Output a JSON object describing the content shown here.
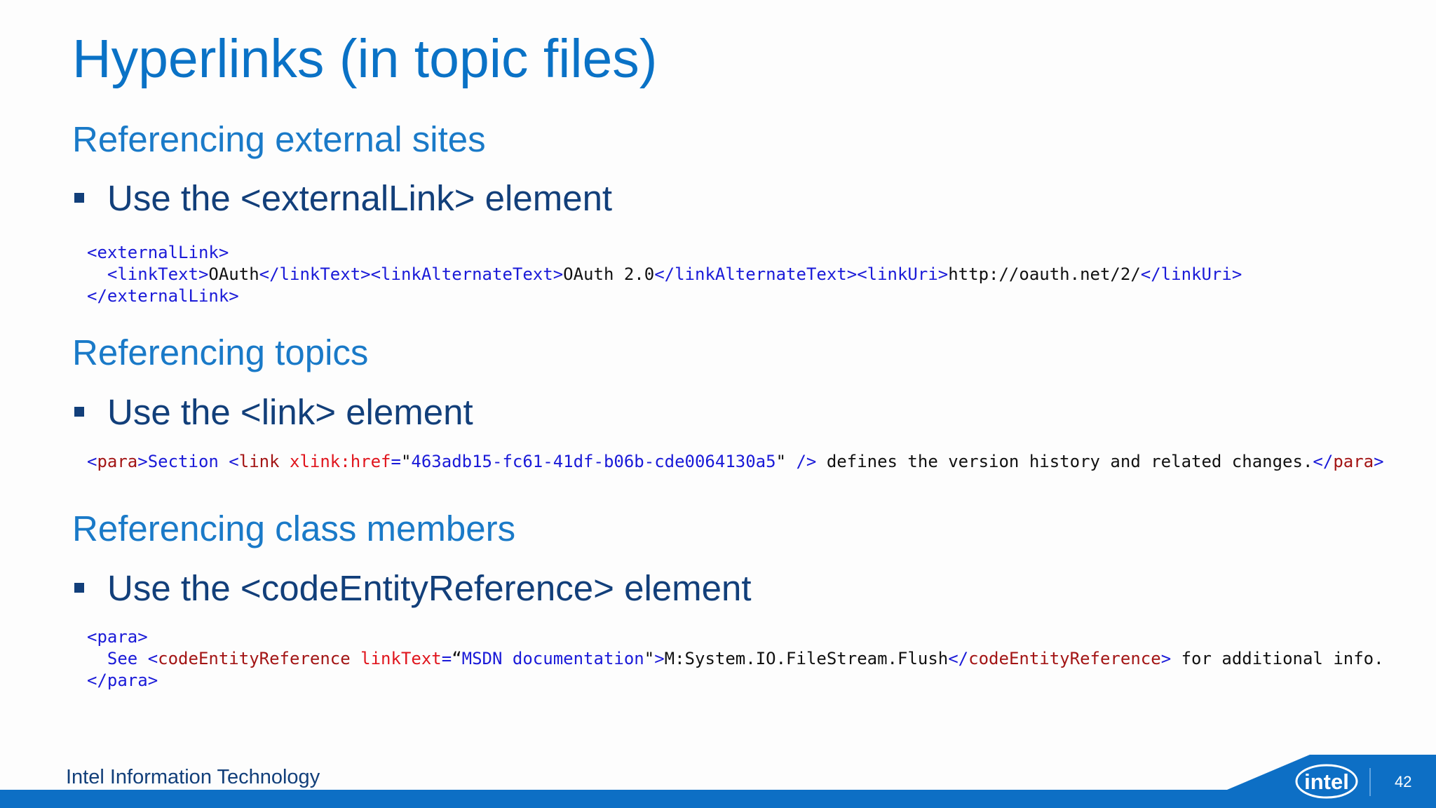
{
  "slide": {
    "title": "Hyperlinks (in topic files)",
    "sections": [
      {
        "heading": "Referencing external sites",
        "bullet": "Use the <externalLink> element",
        "code": {
          "l1_open": "<externalLink>",
          "l2_linkText_open": "<linkText>",
          "l2_linkText_val": "OAuth",
          "l2_linkText_close": "</linkText>",
          "l2_alt_open": "<linkAlternateText>",
          "l2_alt_val": "OAuth 2.0",
          "l2_alt_close": "</linkAlternateText>",
          "l2_uri_open": "<linkUri>",
          "l2_uri_val": "http://oauth.net/2/",
          "l2_uri_close": "</linkUri>",
          "l3_close": "</externalLink>"
        }
      },
      {
        "heading": "Referencing topics",
        "bullet": "Use the <link> element",
        "code": {
          "para_lt": "<",
          "para_name": "para",
          "para_gt": ">",
          "text1": "Section ",
          "link_lt": "<",
          "link_name": "link",
          "attr": " xlink:href",
          "eq": "=",
          "q1": "\"",
          "attr_val": "463adb15-fc61-41df-b06b-cde0064130a5",
          "q2": "\"",
          "selfclose": " />",
          "text2": " defines the version history and related changes.",
          "close_lt": "</",
          "close_name": "para",
          "close_gt": ">"
        }
      },
      {
        "heading": "Referencing class members",
        "bullet": "Use the <codeEntityReference> element",
        "code": {
          "l1": "<para>",
          "see": "See ",
          "cer_lt": "<",
          "cer_name": "codeEntityReference",
          "attr": " linkText",
          "eq": "=",
          "q1": "“",
          "attr_val": "MSDN documentation",
          "q2": "\"",
          "gt": ">",
          "member": "M:System.IO.FileStream.Flush",
          "cer_close_lt": "</",
          "cer_close_name": "codeEntityReference",
          "cer_close_gt": ">",
          "trailing": " for additional info.",
          "l3": "</para>"
        }
      }
    ]
  },
  "footer": {
    "org": "Intel Information Technology",
    "logo_text": "intel",
    "page_number": "42"
  },
  "colors": {
    "title": "#0a72c6",
    "heading": "#1a7ac8",
    "bullet_text": "#123f7a",
    "xml_tag": "#a31515",
    "xml_delim": "#1a1ad8",
    "xml_attr": "#e0151d",
    "footer_bar": "#0d6fc5"
  }
}
